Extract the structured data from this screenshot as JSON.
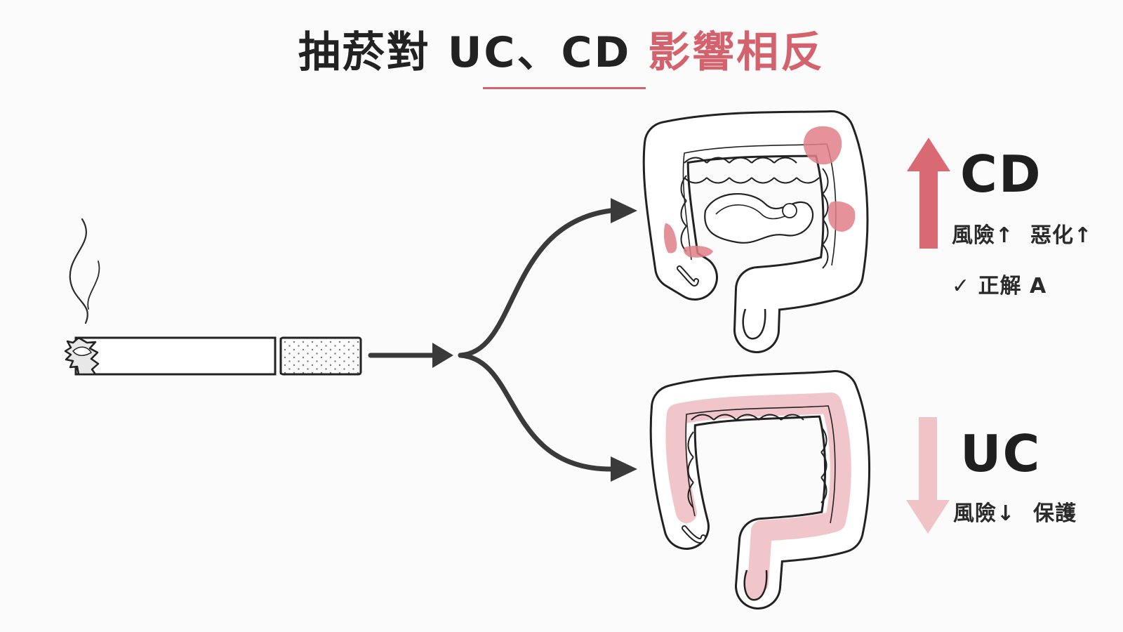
{
  "title": {
    "prefix": "抽菸對 UC、CD ",
    "highlight": "影響相反"
  },
  "colors": {
    "accent": "#d3626c",
    "cd_arrow": "#d96a74",
    "uc_arrow": "#f0c3c7",
    "cd_inflammation": "#e07f88",
    "uc_inflammation": "#f1c6ca",
    "line": "#2b2b2b",
    "flow_arrow": "#3a3a3a"
  },
  "cd": {
    "name": "CD",
    "trend": "up",
    "risk": "風險↑",
    "worsen": "惡化↑",
    "answer_mark": "✓",
    "answer": "正解 A"
  },
  "uc": {
    "name": "UC",
    "trend": "down",
    "risk": "風險↓",
    "protect": "保護"
  },
  "icons": {
    "cigarette": "cigarette-icon",
    "smoke": "smoke-icon",
    "check": "check-icon"
  }
}
